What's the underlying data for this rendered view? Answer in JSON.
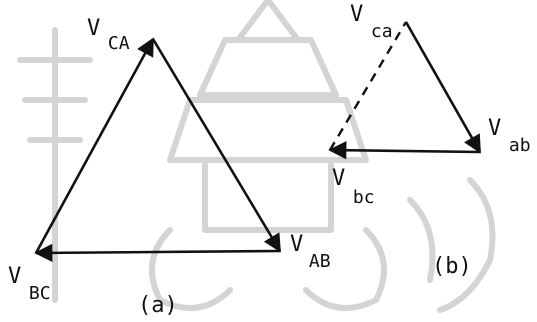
{
  "diagram": {
    "colors": {
      "ink": "#111111",
      "watermark": "#d4d4d4",
      "background": "#ffffff"
    },
    "figure_a": {
      "caption": "(a)",
      "labels": {
        "v_ca": {
          "main": "V",
          "sub": "CA"
        },
        "v_ab": {
          "main": "V",
          "sub": "AB"
        },
        "v_bc": {
          "main": "V",
          "sub": "BC"
        }
      }
    },
    "figure_b": {
      "caption": "(b)",
      "labels": {
        "v_ca": {
          "main": "V",
          "sub": "ca"
        },
        "v_ab": {
          "main": "V",
          "sub": "ab"
        },
        "v_bc": {
          "main": "V",
          "sub": "bc"
        }
      }
    }
  }
}
